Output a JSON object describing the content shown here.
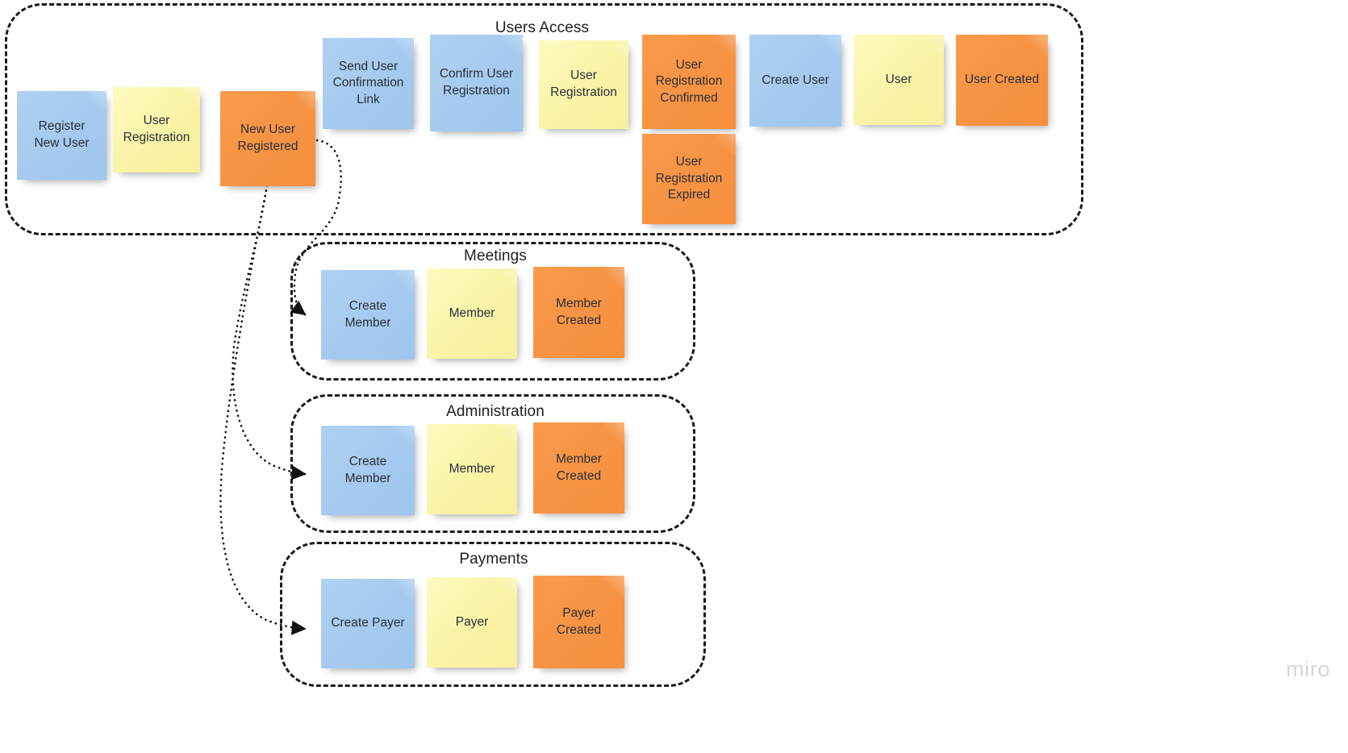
{
  "board": {
    "watermark": "miro",
    "background": "#ffffff"
  },
  "palette": {
    "blue": "#a6caef",
    "yellow": "#f9f3a6",
    "orange": "#f79343",
    "note_text": "#28303a",
    "group_border": "#1a1a1a",
    "connector": "#111111",
    "watermark": "#d6d6e0"
  },
  "groups": [
    {
      "id": "users-access",
      "title": "Users Access",
      "notes": [
        {
          "id": "register-new-user",
          "label": "Register New User",
          "color": "blue"
        },
        {
          "id": "user-registration-1",
          "label": "User Registration",
          "color": "yellow"
        },
        {
          "id": "new-user-registered",
          "label": "New User Registered",
          "color": "orange"
        },
        {
          "id": "send-user-confirmation-link",
          "label": "Send User Confirmation Link",
          "color": "blue"
        },
        {
          "id": "confirm-user-registration",
          "label": "Confirm User Registration",
          "color": "blue"
        },
        {
          "id": "user-registration-2",
          "label": "User Registration",
          "color": "yellow"
        },
        {
          "id": "user-registration-confirmed",
          "label": "User Registration Confirmed",
          "color": "orange"
        },
        {
          "id": "user-registration-expired",
          "label": "User Registration Expired",
          "color": "orange"
        },
        {
          "id": "create-user",
          "label": "Create User",
          "color": "blue"
        },
        {
          "id": "user",
          "label": "User",
          "color": "yellow"
        },
        {
          "id": "user-created",
          "label": "User Created",
          "color": "orange"
        }
      ]
    },
    {
      "id": "meetings",
      "title": "Meetings",
      "notes": [
        {
          "id": "meetings-create-member",
          "label": "Create Member",
          "color": "blue"
        },
        {
          "id": "meetings-member",
          "label": "Member",
          "color": "yellow"
        },
        {
          "id": "meetings-member-created",
          "label": "Member Created",
          "color": "orange"
        }
      ]
    },
    {
      "id": "administration",
      "title": "Administration",
      "notes": [
        {
          "id": "administration-create-member",
          "label": "Create Member",
          "color": "blue"
        },
        {
          "id": "administration-member",
          "label": "Member",
          "color": "yellow"
        },
        {
          "id": "administration-member-created",
          "label": "Member Created",
          "color": "orange"
        }
      ]
    },
    {
      "id": "payments",
      "title": "Payments",
      "notes": [
        {
          "id": "payments-create-payer",
          "label": "Create Payer",
          "color": "blue"
        },
        {
          "id": "payments-payer",
          "label": "Payer",
          "color": "yellow"
        },
        {
          "id": "payments-payer-created",
          "label": "Payer Created",
          "color": "orange"
        }
      ]
    }
  ],
  "connectors": [
    {
      "id": "new-user-registered-to-meetings",
      "from": "new-user-registered",
      "to": "meetings-create-member",
      "style": "dotted",
      "arrow": true
    },
    {
      "id": "new-user-registered-to-administration",
      "from": "new-user-registered",
      "to": "administration-create-member",
      "style": "dotted",
      "arrow": true
    },
    {
      "id": "new-user-registered-to-payments",
      "from": "new-user-registered",
      "to": "payments-create-payer",
      "style": "dotted",
      "arrow": true
    }
  ]
}
